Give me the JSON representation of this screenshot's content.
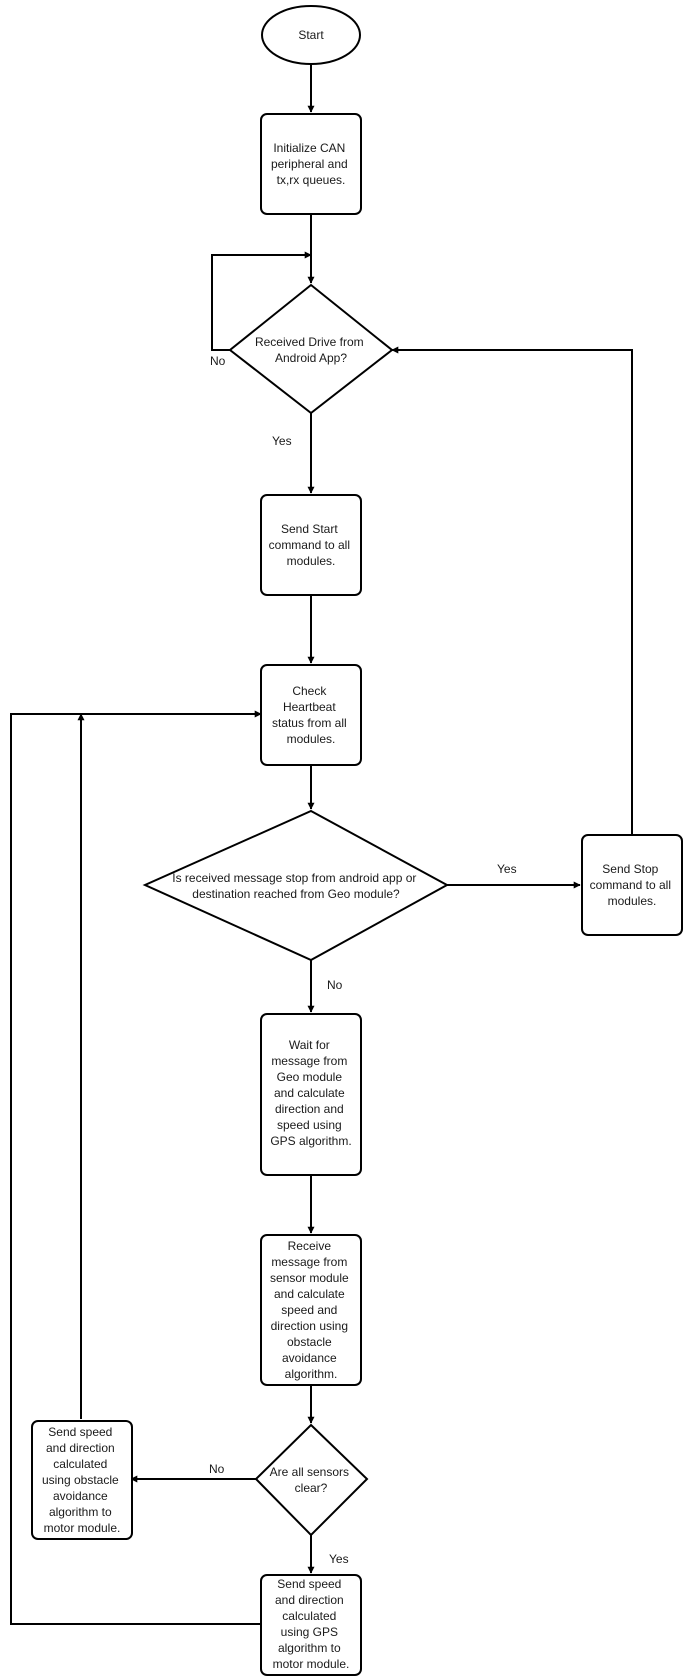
{
  "nodes": {
    "start": {
      "lines": [
        "Start"
      ]
    },
    "init": {
      "lines": [
        "Initialize CAN",
        "peripheral and",
        "tx,rx queues."
      ]
    },
    "drive_decision": {
      "lines": [
        "Received Drive from",
        "Android App?"
      ]
    },
    "send_start": {
      "lines": [
        "Send Start",
        "command to all",
        "modules."
      ]
    },
    "heartbeat": {
      "lines": [
        "Check",
        "Heartbeat",
        "status from all",
        "modules."
      ]
    },
    "stop_decision": {
      "lines": [
        "Is received message stop from android app or",
        "destination reached from Geo module?"
      ]
    },
    "send_stop": {
      "lines": [
        "Send Stop",
        "command to all",
        "modules."
      ]
    },
    "geo_wait": {
      "lines": [
        "Wait for",
        "message from",
        "Geo module",
        "and calculate",
        "direction and",
        "speed using",
        "GPS algorithm."
      ]
    },
    "sensor_recv": {
      "lines": [
        "Receive",
        "message from",
        "sensor module",
        "and calculate",
        "speed and",
        "direction using",
        "obstacle",
        "avoidance",
        "algorithm."
      ]
    },
    "sensor_decision": {
      "lines": [
        "Are all sensors",
        "clear?"
      ]
    },
    "send_obstacle": {
      "lines": [
        "Send speed",
        "and direction",
        "calculated",
        "using obstacle",
        "avoidance",
        "algorithm to",
        "motor module."
      ]
    },
    "send_gps": {
      "lines": [
        "Send speed",
        "and direction",
        "calculated",
        "using GPS",
        "algorithm to",
        "motor module."
      ]
    }
  },
  "edge_labels": {
    "drive_no": "No",
    "drive_yes": "Yes",
    "stop_yes": "Yes",
    "stop_no": "No",
    "sensor_no": "No",
    "sensor_yes": "Yes"
  }
}
